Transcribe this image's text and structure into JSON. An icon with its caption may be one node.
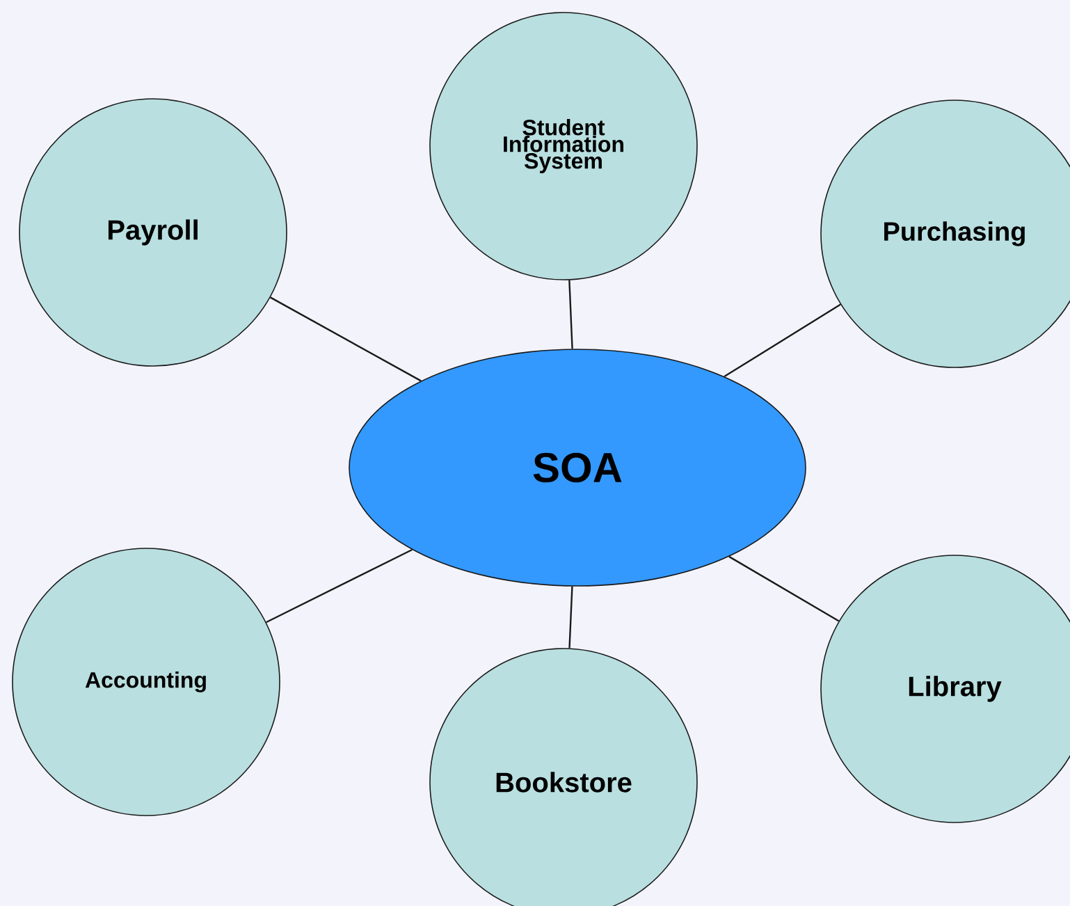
{
  "diagram": {
    "nodes": [
      {
        "text": [
          "Payroll"
        ]
      },
      {
        "text": [
          "Student Information System"
        ]
      },
      {
        "text": [
          "Purchasing"
        ]
      },
      {
        "text": [
          "SOA"
        ]
      },
      {
        "text": [
          "Accounting"
        ]
      },
      {
        "text": [
          "Bookstore"
        ]
      },
      {
        "text": [
          "Library"
        ]
      }
    ],
    "edges": [
      {
        "from": 3,
        "to": 0,
        "arrow": "none"
      },
      {
        "from": 3,
        "to": 1,
        "arrow": "none"
      },
      {
        "from": 3,
        "to": 2,
        "arrow": "none"
      },
      {
        "from": 3,
        "to": 4,
        "arrow": "none"
      },
      {
        "from": 3,
        "to": 5,
        "arrow": "none"
      },
      {
        "from": 3,
        "to": 6,
        "arrow": "none"
      }
    ]
  }
}
